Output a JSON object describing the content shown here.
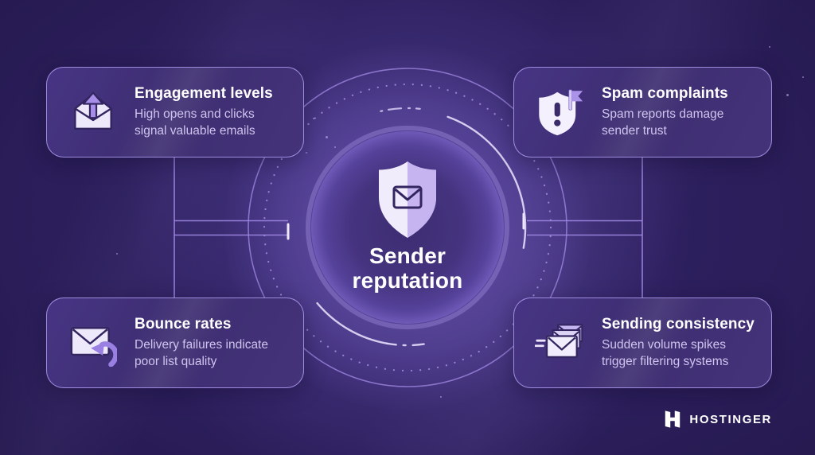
{
  "colors": {
    "background": "#271b54",
    "center_glow": "#866dd8",
    "card_fill": "#413077",
    "card_border": "#a796e9",
    "line_accent": "#9e88e2",
    "bright_arc": "#e6dffa",
    "text_primary": "#ffffff",
    "text_secondary": "#cec4ee",
    "icon_light": "#efe9fb",
    "icon_lavender": "#a78ee8",
    "icon_outline": "#33255f"
  },
  "center": {
    "icon": "shield-envelope-icon",
    "title_line1": "Sender",
    "title_line2": "reputation"
  },
  "cards": {
    "top_left": {
      "icon": "open-envelope-up-arrow-icon",
      "title": "Engagement levels",
      "desc_line1": "High opens and clicks",
      "desc_line2": "signal valuable emails"
    },
    "top_right": {
      "icon": "shield-exclamation-flag-icon",
      "title": "Spam complaints",
      "desc_line1": "Spam reports damage",
      "desc_line2": "sender trust"
    },
    "bottom_left": {
      "icon": "envelope-bounce-arrow-icon",
      "title": "Bounce rates",
      "desc_line1": "Delivery failures indicate",
      "desc_line2": "poor list quality"
    },
    "bottom_right": {
      "icon": "stacked-envelopes-speed-icon",
      "title": "Sending consistency",
      "desc_line1": "Sudden volume spikes",
      "desc_line2": "trigger filtering systems"
    }
  },
  "brand": {
    "logo_icon": "hostinger-h-logo-icon",
    "name": "HOSTINGER"
  }
}
